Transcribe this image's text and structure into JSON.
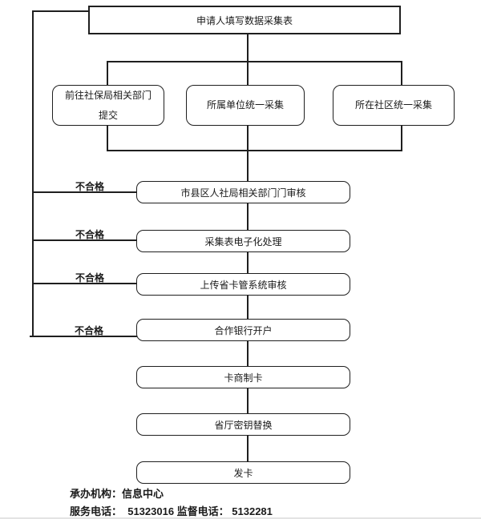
{
  "diagram": {
    "top_box": {
      "label": "申请人填写数据采集表"
    },
    "branches": [
      {
        "label": "前往社保局相关部门提交"
      },
      {
        "label": "所属单位统一采集"
      },
      {
        "label": "所在社区统一采集"
      }
    ],
    "steps": [
      {
        "label": "市县区人社局相关部门门审核"
      },
      {
        "label": "采集表电子化处理"
      },
      {
        "label": "上传省卡管系统审核"
      },
      {
        "label": "合作银行开户"
      },
      {
        "label": "卡商制卡"
      },
      {
        "label": "省厅密钥替换"
      },
      {
        "label": "发卡"
      }
    ],
    "reject_labels": [
      "不合格",
      "不合格",
      "不合格",
      "不合格"
    ],
    "footer": {
      "line1": "承办机构：信息中心",
      "line2": "服务电话：  51323016 监督电话： 5132281"
    },
    "colors": {
      "line": "#1f1f1f",
      "background": "#ffffff"
    }
  }
}
